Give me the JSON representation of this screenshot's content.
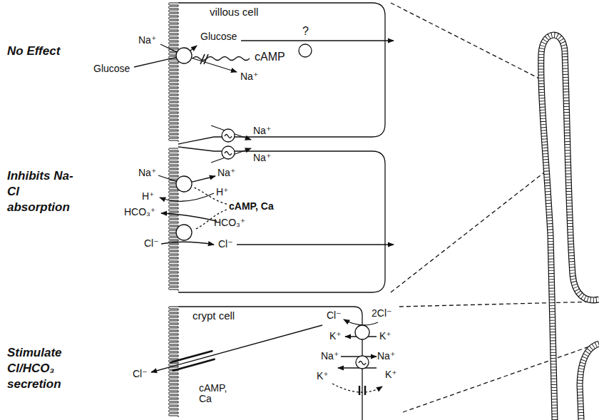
{
  "diagram": {
    "nodes": [
      {
        "text": [
          "villous cell"
        ]
      },
      {
        "text": [
          "crypt cell"
        ]
      }
    ],
    "labels": [
      "No Effect",
      "Na⁺",
      "Glucose",
      "?",
      "cAMP",
      "Glucose",
      "Na⁺",
      "Na⁺",
      "Na⁺",
      "Inhibits Na-Cl absorption",
      "Na⁺",
      "Na⁺",
      "H⁺",
      "H⁺",
      "cAMP, Ca",
      "HCO₃⁺",
      "HCO₃⁺",
      "Cl⁻",
      "Cl⁻",
      "Cl⁻",
      "2Cl⁻",
      "K⁺",
      "K⁺",
      "Stimulate Cl/HCO₃ secretion",
      "Na⁺",
      "Na⁺",
      "Cl⁻",
      "K⁺",
      "K⁺",
      "cAMP, Ca"
    ]
  }
}
